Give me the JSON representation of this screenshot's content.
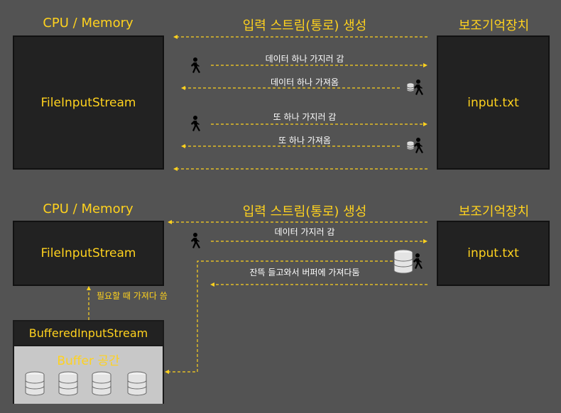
{
  "colors": {
    "background": "#535353",
    "box": "#222222",
    "accent": "#ffd21e",
    "label": "#ffffff",
    "buffer_panel": "#c8c8c8"
  },
  "top": {
    "left_header": "CPU / Memory",
    "center_header": "입력 스트림(통로) 생성",
    "right_header": "보조기억장치",
    "left_box": "FileInputStream",
    "right_box": "input.txt",
    "arrows": [
      {
        "label": "데이터 하나 가지러 감",
        "direction": "right",
        "icon": "walking-person-icon"
      },
      {
        "label": "데이터 하나 가져옴",
        "direction": "left",
        "icon": "walking-person-with-data-icon"
      },
      {
        "label": "또 하나 가지러 감",
        "direction": "right",
        "icon": "walking-person-icon"
      },
      {
        "label": "또 하나 가져옴",
        "direction": "left",
        "icon": "walking-person-with-data-icon"
      }
    ]
  },
  "bottom": {
    "left_header": "CPU / Memory",
    "center_header": "입력 스트림(통로) 생성",
    "right_header": "보조기억장치",
    "left_box": "FileInputStream",
    "right_box": "input.txt",
    "fetch_label": "데이터 가지러 감",
    "return_label": "잔뜩 들고와서 버퍼에 가져다둠",
    "on_demand_label": "필요할 때 가져다 씀",
    "buffered_stream": "BufferedInputStream",
    "buffer_title": "Buffer 공간",
    "buffer_items": 4
  }
}
